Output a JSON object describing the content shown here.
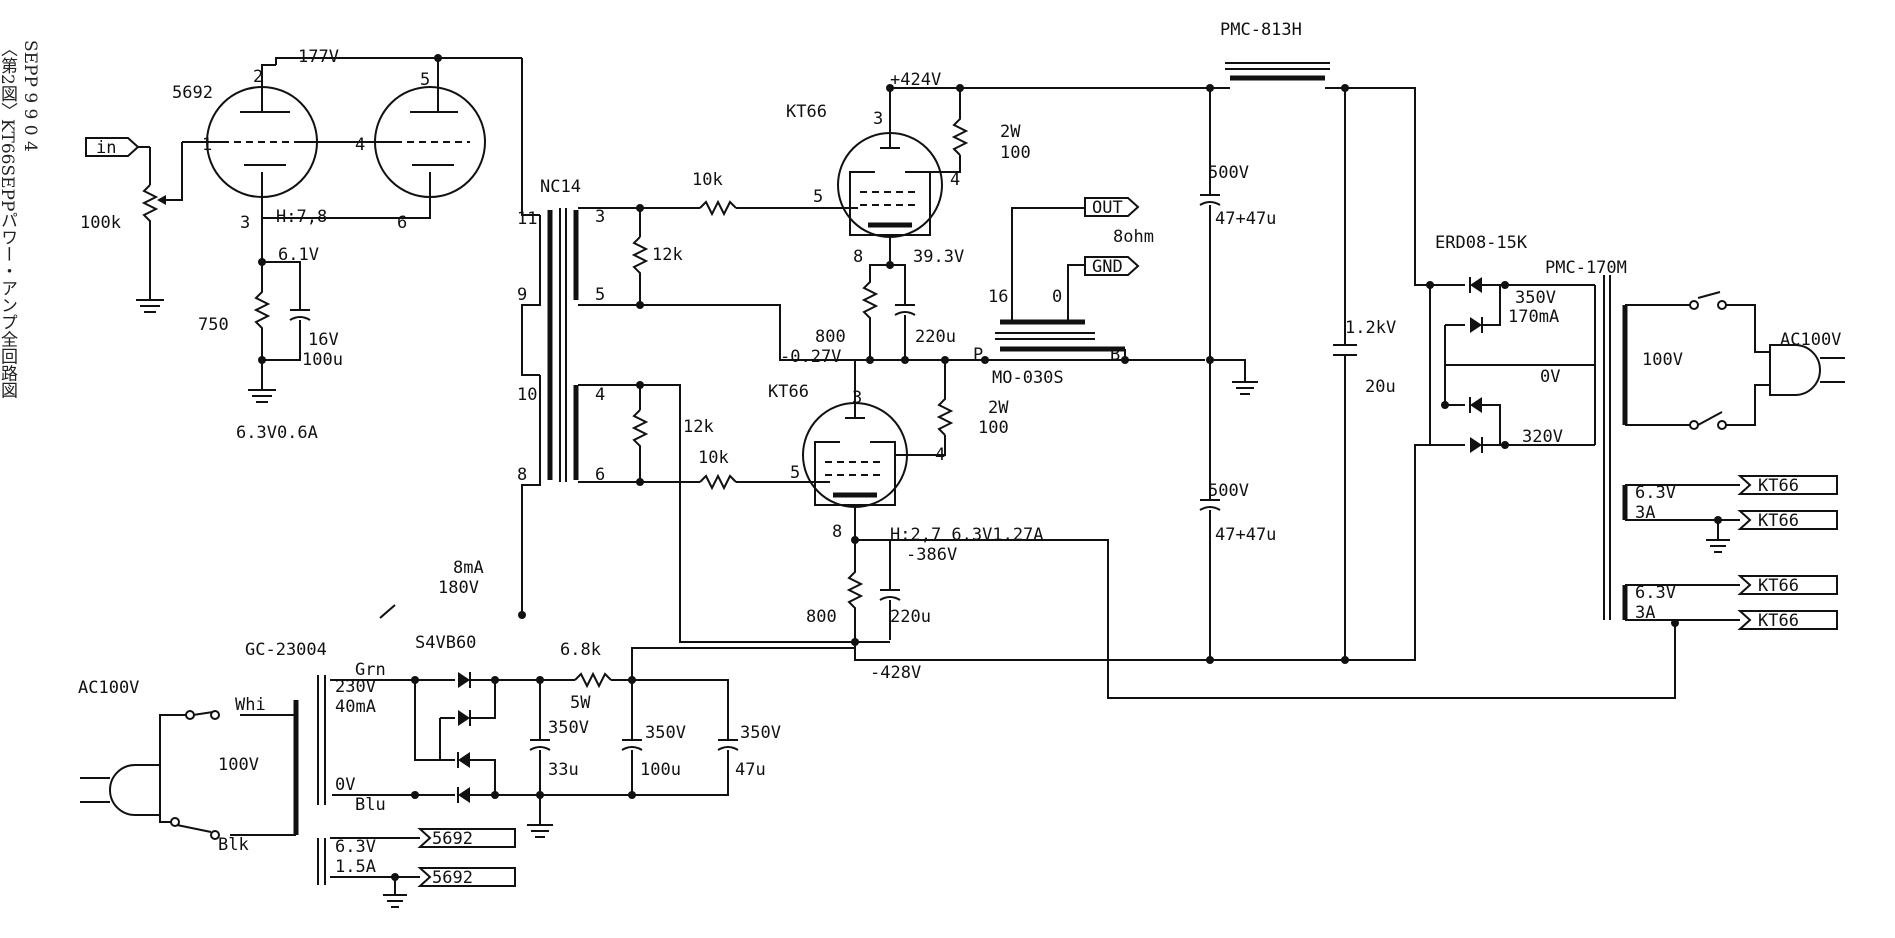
{
  "side": {
    "figure_code": "SEPP  9 9 0 4",
    "caption": "〈第2図〉KT66SEPPパワー・アンプ全回路図"
  },
  "labels": {
    "tube_driver": "5692",
    "pin1": "1",
    "pin2": "2",
    "pin3": "3",
    "pin4": "4",
    "pin5": "5",
    "pin6": "6",
    "v177": "177V",
    "heater_driver": "H:7,8",
    "in_tag": "in",
    "pot": "100k",
    "v_cathode": "6.1V",
    "r750": "750",
    "cap16v": "16V",
    "cap100u": "100u",
    "heater_spec": "6.3V0.6A",
    "nc14": "NC14",
    "t11": "11",
    "t9": "9",
    "t10": "10",
    "t8": "8",
    "s3": "3",
    "s5": "5",
    "s4": "4",
    "s6": "6",
    "r12k_a": "12k",
    "r12k_b": "12k",
    "r10k_a": "10k",
    "r10k_b": "10k",
    "kt66_a": "KT66",
    "kt66_b": "KT66",
    "v424": "+424V",
    "r2w_a": "2W",
    "r100_a": "100",
    "r2w_b": "2W",
    "r100_b": "100",
    "up3": "3",
    "up4": "4",
    "up5": "5",
    "up8": "8",
    "lo3": "3",
    "lo4": "4",
    "lo5": "5",
    "lo8": "8",
    "v393": "39.3V",
    "r800_a": "800",
    "r800_b": "800",
    "c220_a": "220u",
    "c220_b": "220u",
    "vm027": "-0.27V",
    "out_tag": "OUT",
    "gnd_tag": "GND",
    "ohm8": "8ohm",
    "tap16": "16",
    "tap0": "0",
    "tap_p": "P",
    "tap_b": "B",
    "mo030s": "MO-030S",
    "heater_power": "H:2,7  6.3V1.27A",
    "vm386": "-386V",
    "vm428": "-428V",
    "pmc813h": "PMC-813H",
    "c500v_a": "500V",
    "c4747_a": "47+47u",
    "c500v_b": "500V",
    "c4747_b": "47+47u",
    "c12kv": "1.2kV",
    "c20u": "20u",
    "erd": "ERD08-15K",
    "pmc170m": "PMC-170M",
    "v350": "350V",
    "ma170": "170mA",
    "v0": "0V",
    "v320": "320V",
    "p100v": "100V",
    "ac100v_r": "AC100V",
    "h63a": "6.3V",
    "h3a_a": "3A",
    "h63b": "6.3V",
    "h3a_b": "3A",
    "kt66_t1": "KT66",
    "kt66_t2": "KT66",
    "kt66_t3": "KT66",
    "kt66_t4": "KT66",
    "ma8": "8mA",
    "v180": "180V",
    "gc": "GC-23004",
    "s4vb60": "S4VB60",
    "r68k": "6.8k",
    "r5w": "5W",
    "grn": "Grn",
    "v230": "230V",
    "ma40": "40mA",
    "v0b": "0V",
    "blu": "Blu",
    "whi": "Whi",
    "blk": "Blk",
    "p100v_l": "100V",
    "ac100v_l": "AC100V",
    "c350v_a": "350V",
    "c33u": "33u",
    "c350v_b": "350V",
    "c100u_b": "100u",
    "c350v_c": "350V",
    "c47u": "47u",
    "h63c": "6.3V",
    "h15a": "1.5A",
    "tag5692_a": "5692",
    "tag5692_b": "5692"
  }
}
